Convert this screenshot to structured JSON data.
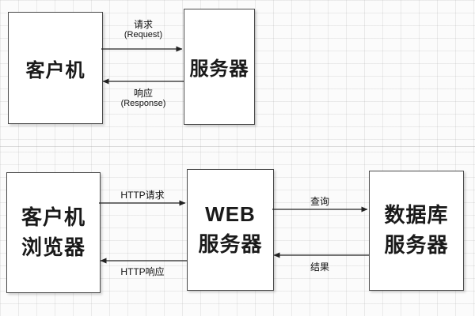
{
  "top": {
    "client_box": "客户机",
    "server_box": "服务器",
    "request": {
      "label": "请求",
      "sub": "(Request)"
    },
    "response": {
      "label": "响应",
      "sub": "(Response)"
    }
  },
  "bottom": {
    "client_box": {
      "line1": "客户机",
      "line2": "浏览器"
    },
    "web_box": {
      "line1": "WEB",
      "line2": "服务器"
    },
    "db_box": {
      "line1": "数据库",
      "line2": "服务器"
    },
    "http_request": "HTTP请求",
    "http_response": "HTTP响应",
    "query": "查询",
    "result": "结果"
  },
  "colors": {
    "line": "#222222",
    "box_border": "#4a4a4a",
    "background": "#fbfbfb"
  }
}
